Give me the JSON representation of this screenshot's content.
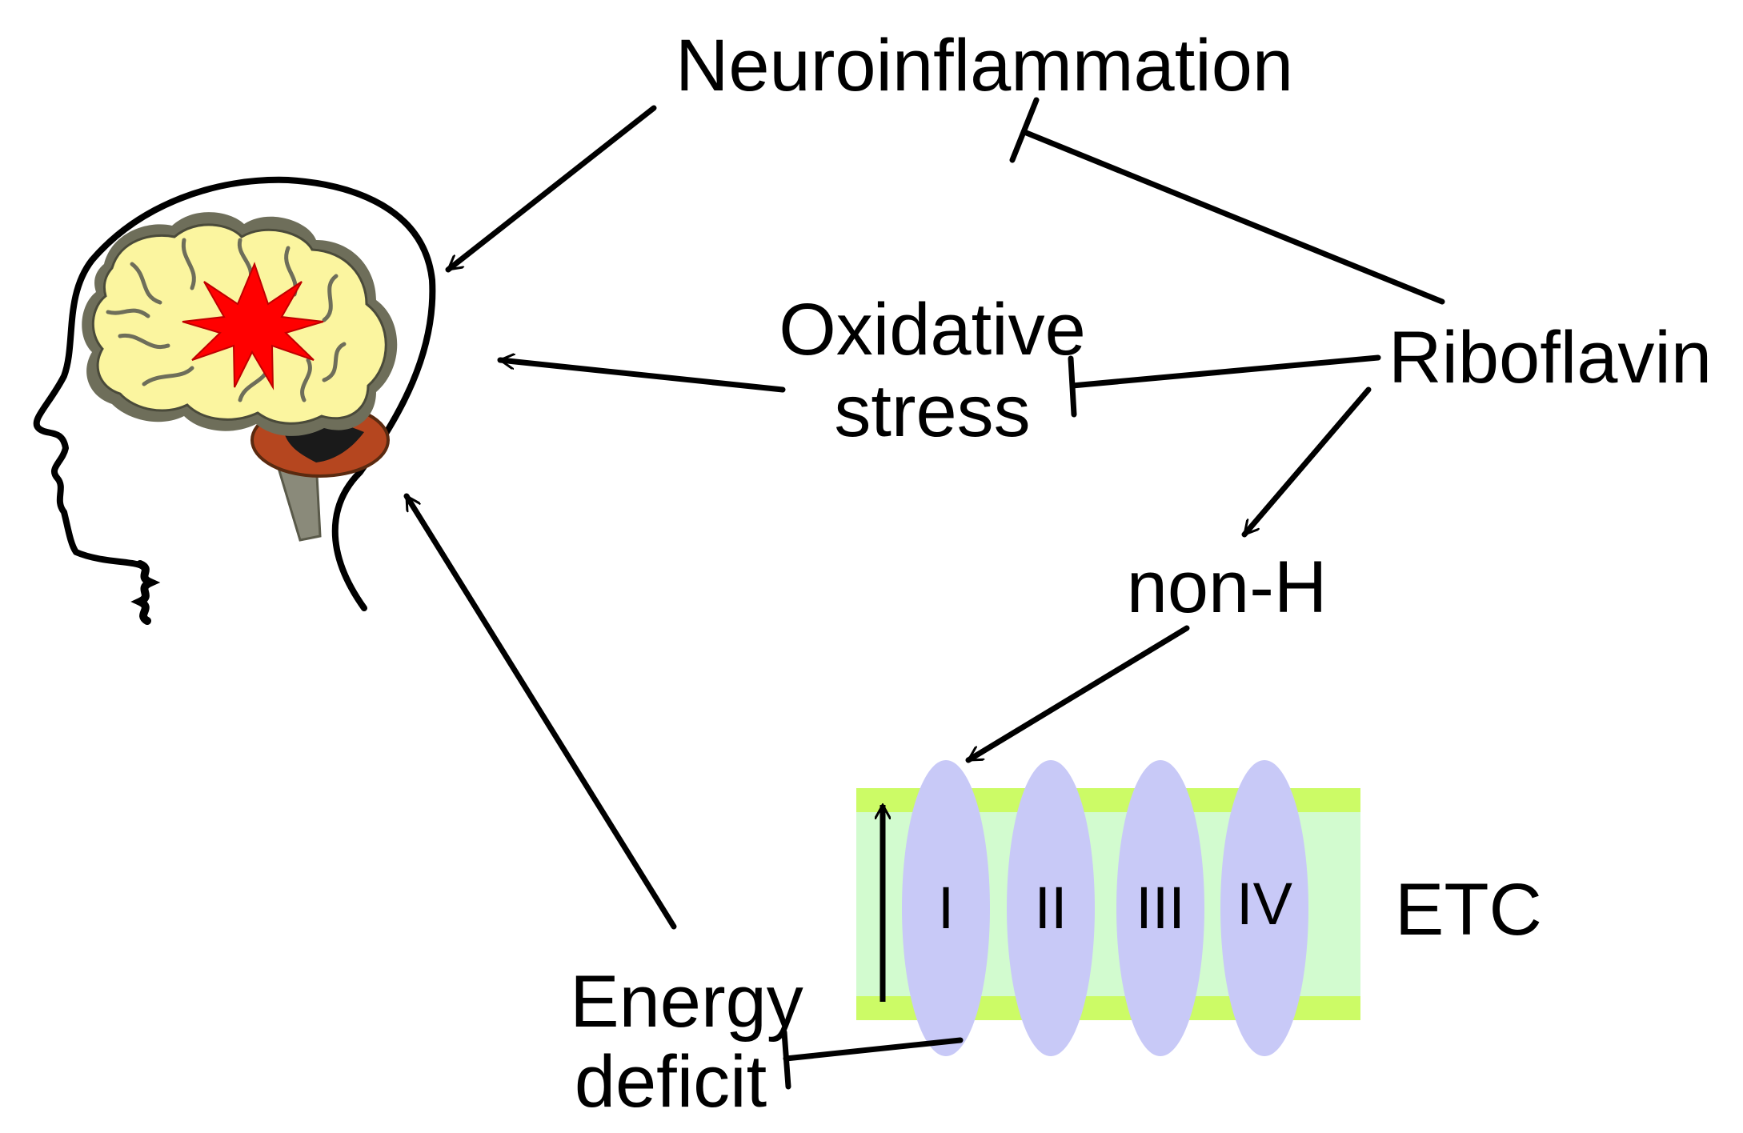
{
  "labels": {
    "neuroinflammation": "Neuroinflammation",
    "oxidative": "Oxidative",
    "stress": "stress",
    "riboflavin": "Riboflavin",
    "non_h": "non-H",
    "energy": "Energy",
    "deficit": "deficit",
    "etc": "ETC"
  },
  "complexes": [
    "I",
    "II",
    "III",
    "IV"
  ],
  "colors": {
    "membrane_fill": "#d2fbcf",
    "membrane_edge": "#ccfb66",
    "complex": "#c8c9f7",
    "brain": "#fbf59f",
    "brain_outline": "#6e6e5a",
    "starburst": "#ff0000",
    "cerebellum": "#b5461f",
    "brainstem": "#8a8a7a",
    "lines": "#000000"
  },
  "icons": [
    "head-silhouette",
    "brain-icon",
    "injury-starburst-icon"
  ]
}
